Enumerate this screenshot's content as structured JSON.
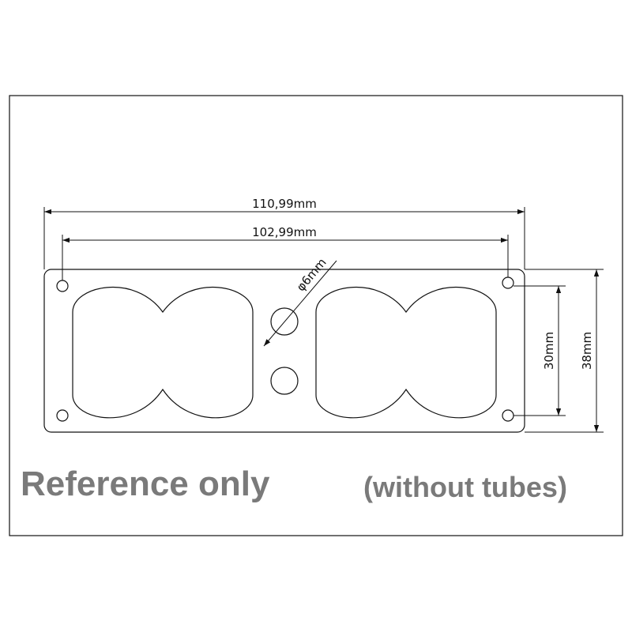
{
  "dimensions": {
    "overall_width": "110,99mm",
    "hole_spacing": "102,99mm",
    "hole_diameter": "φ6mm",
    "inner_height": "30mm",
    "overall_height": "38mm"
  },
  "notes": {
    "reference": "Reference only",
    "without_tubes": "(without  tubes)"
  },
  "colors": {
    "line": "#111111",
    "note_text": "#7a7a7a"
  }
}
